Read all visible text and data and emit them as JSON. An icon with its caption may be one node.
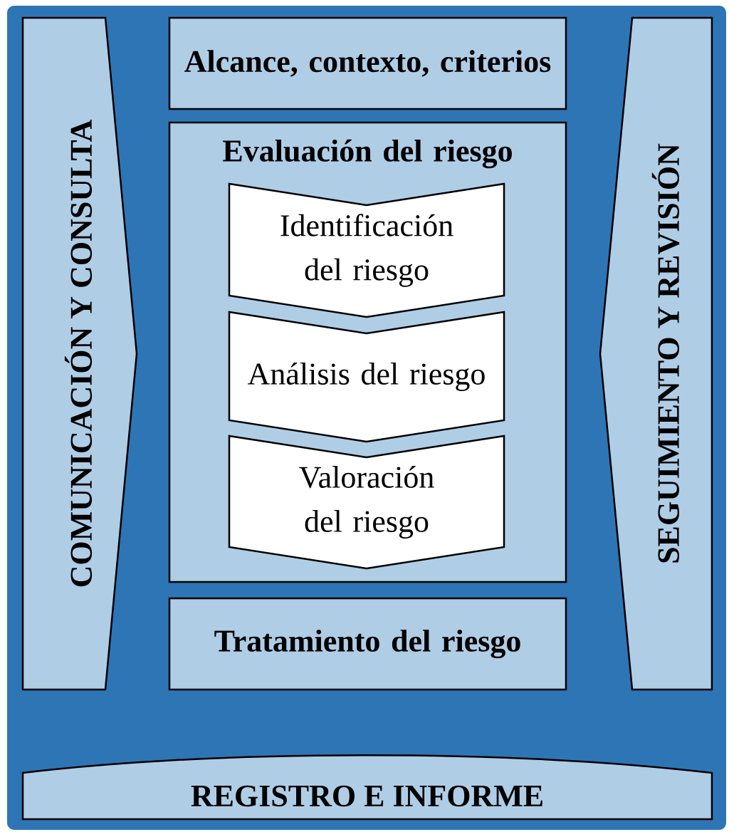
{
  "diagram": {
    "nodes": [
      {
        "text": [
          "COMUNICACIÓN Y CONSULTA"
        ]
      },
      {
        "text": [
          "Alcance, contexto, criterios"
        ]
      },
      {
        "text": [
          "Evaluación del riesgo"
        ]
      },
      {
        "text": [
          "Identificación del riesgo"
        ],
        "in": 2
      },
      {
        "text": [
          "Análisis del riesgo"
        ],
        "in": 2
      },
      {
        "text": [
          "Valoración del riesgo"
        ],
        "in": 2
      },
      {
        "text": [
          "Tratamiento del riesgo"
        ]
      },
      {
        "text": [
          "SEGUIMIENTO Y REVISIÓN"
        ]
      },
      {
        "text": [
          "REGISTRO E INFORME"
        ]
      }
    ]
  }
}
